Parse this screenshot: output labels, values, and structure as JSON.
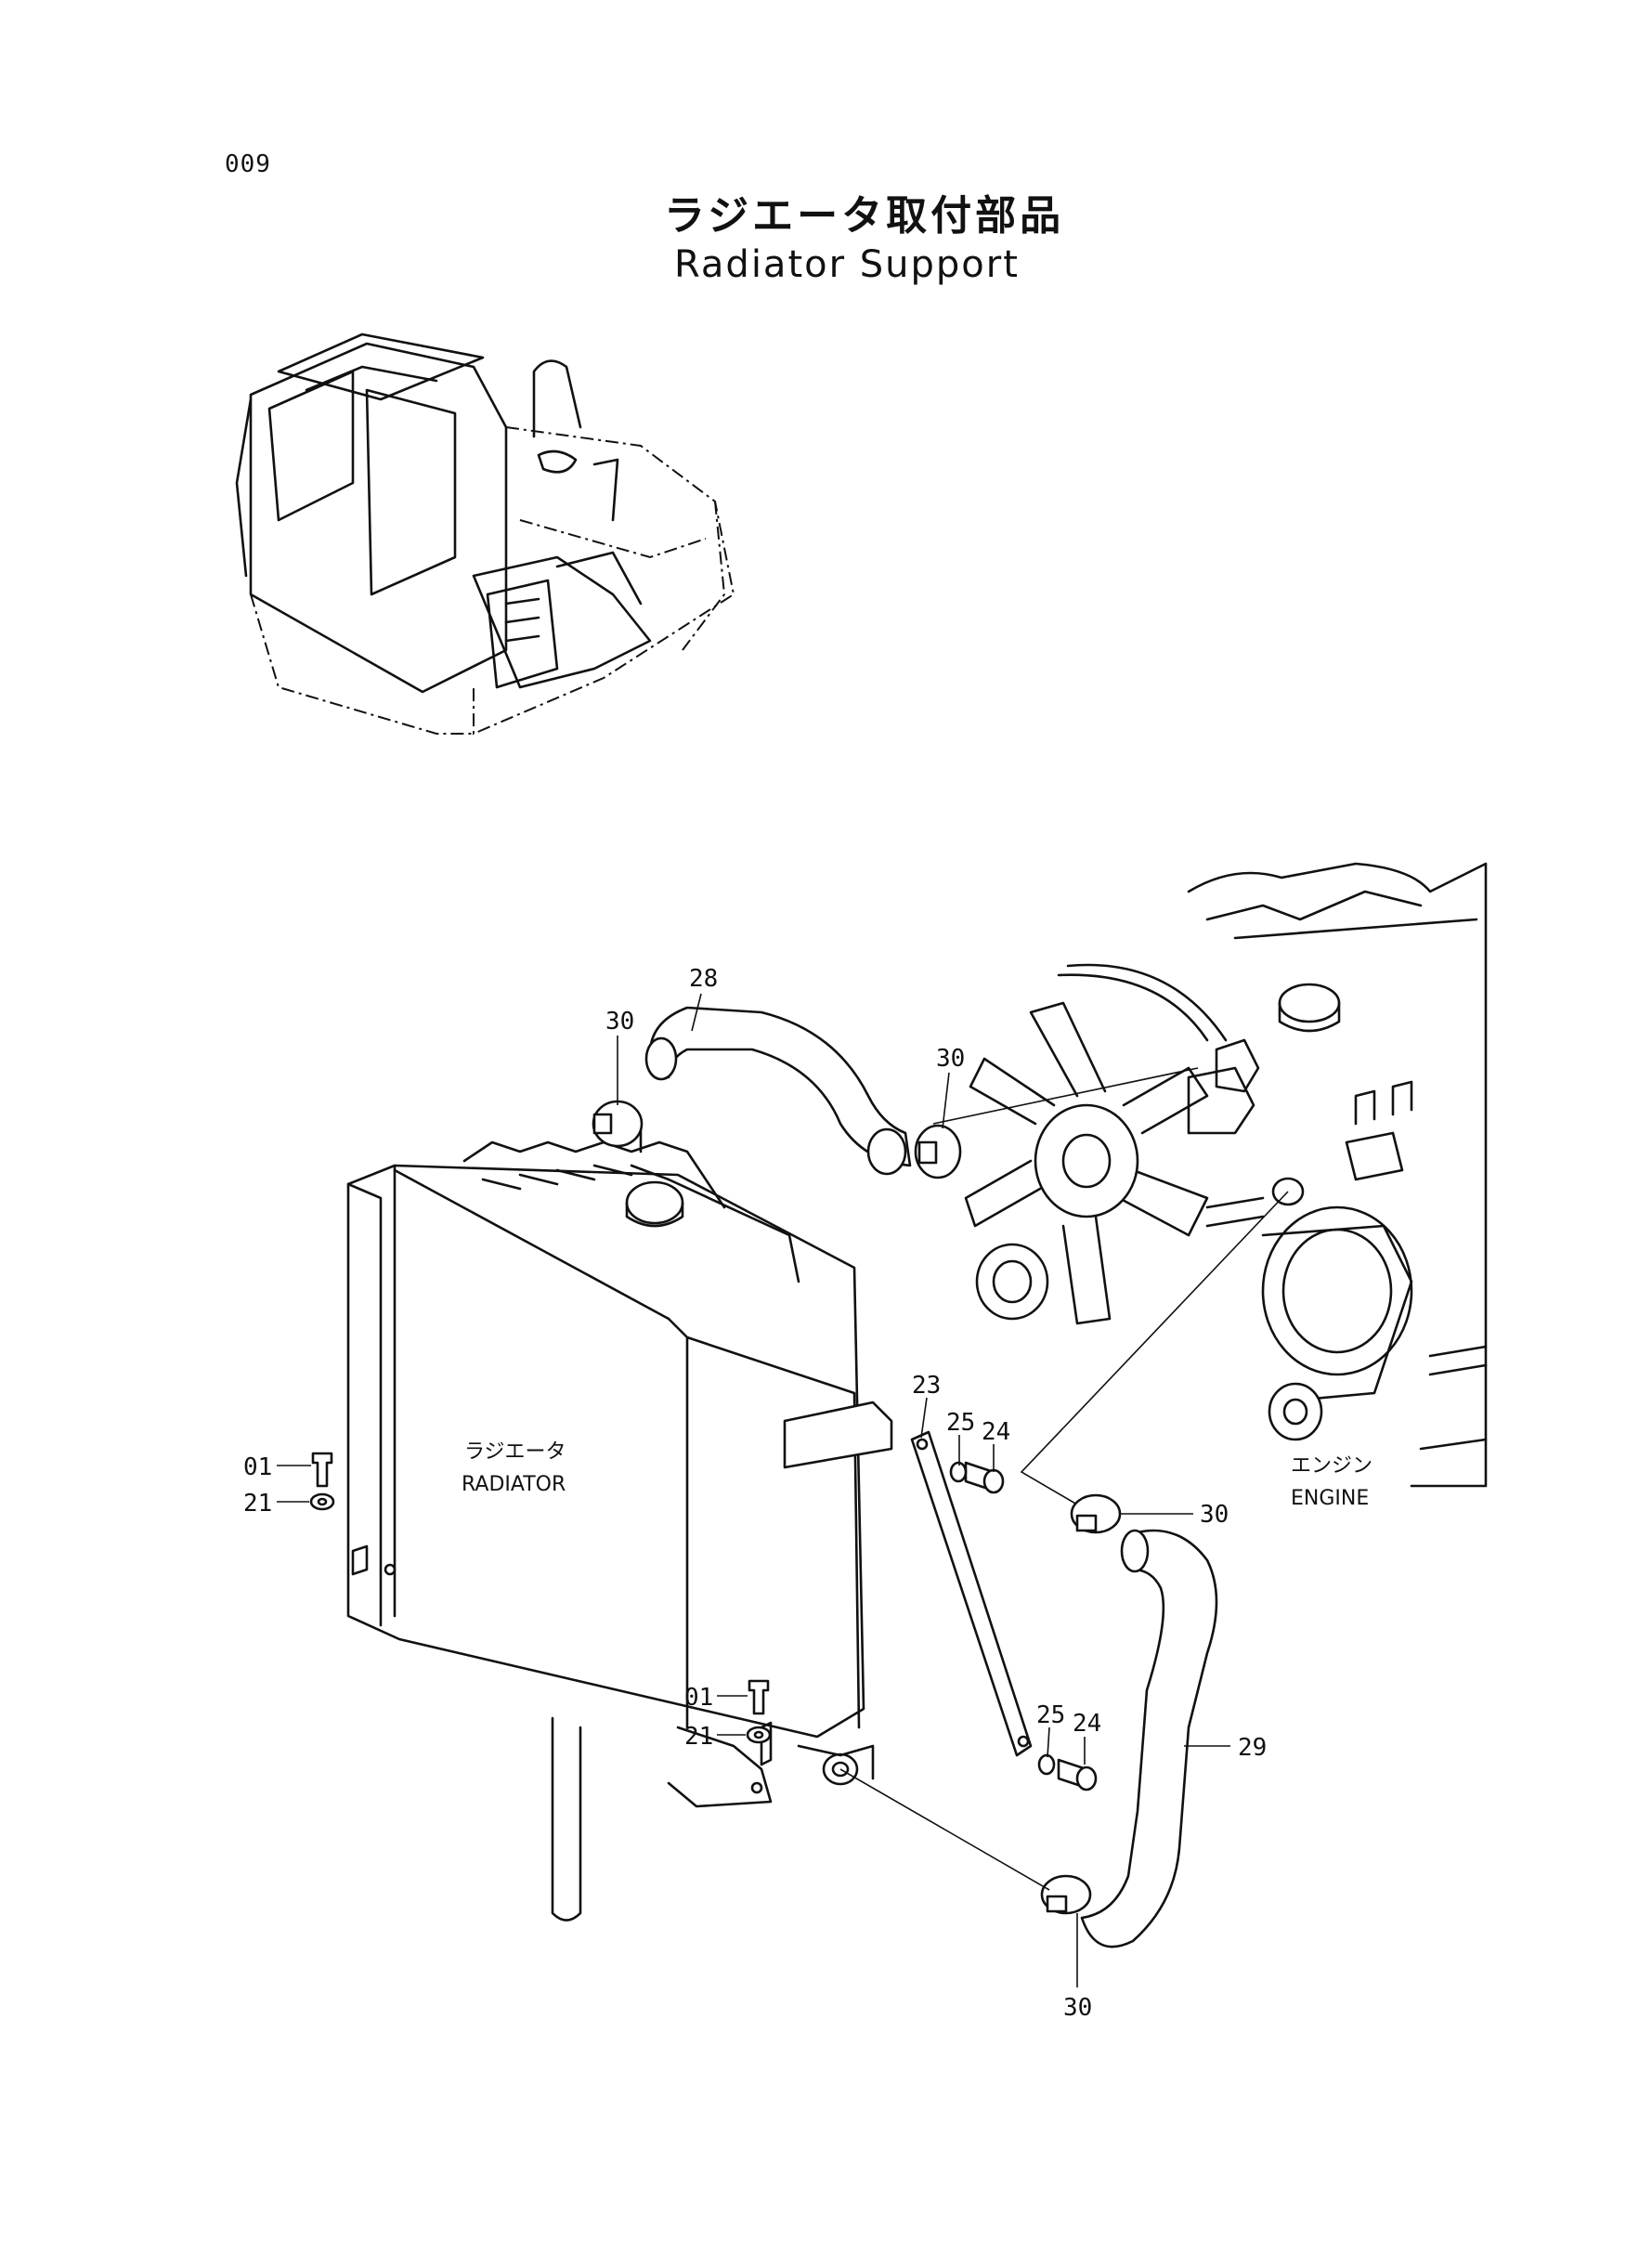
{
  "page": {
    "number": "009"
  },
  "title": {
    "jp": "ラジエータ取付部品",
    "en": "Radiator Support"
  },
  "components": {
    "radiator": {
      "jp": "ラジエータ",
      "en": "RADIATOR"
    },
    "engine": {
      "jp": "エンジン",
      "en": "ENGINE"
    }
  },
  "callouts": {
    "upper_hose": "28",
    "lower_hose": "29",
    "clamp_upper_left": "30",
    "clamp_upper_right": "30",
    "clamp_engine": "30",
    "clamp_bottom": "30",
    "bolt_left": "01",
    "washer_left": "21",
    "bolt_lower": "01",
    "washer_lower": "21",
    "stay": "23",
    "washer_upper": "25",
    "bolt_upper": "24",
    "washer_mid": "25",
    "bolt_mid": "24"
  }
}
